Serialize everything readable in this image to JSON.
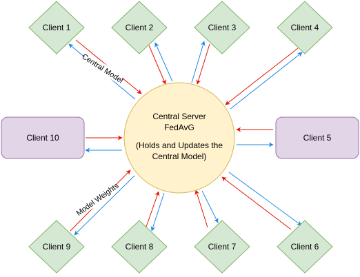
{
  "server": {
    "line1": "Central Server",
    "line2": "FedAvG",
    "line3": "(Holds and Updates the",
    "line4": "Central Model)",
    "fill": "#fff2cc",
    "stroke": "#d6b656"
  },
  "clients": [
    {
      "id": "c1",
      "label": "Client 1"
    },
    {
      "id": "c2",
      "label": "Client 2"
    },
    {
      "id": "c3",
      "label": "Client 3"
    },
    {
      "id": "c4",
      "label": "Client 4"
    },
    {
      "id": "c5",
      "label": "Client 5"
    },
    {
      "id": "c6",
      "label": "Client 6"
    },
    {
      "id": "c7",
      "label": "Client 7"
    },
    {
      "id": "c8",
      "label": "Client 8"
    },
    {
      "id": "c9",
      "label": "Client 9"
    },
    {
      "id": "c10",
      "label": "Client 10"
    }
  ],
  "edge_labels": {
    "central_model": "Central Model",
    "model_weights": "Model Weights"
  },
  "colors": {
    "diamond_fill": "#d5e8d4",
    "diamond_stroke": "#82b366",
    "rect_fill": "#e1d5e7",
    "rect_stroke": "#9673a6",
    "to_server_arrow": "#e51400",
    "to_client_arrow": "#1e88e5"
  }
}
